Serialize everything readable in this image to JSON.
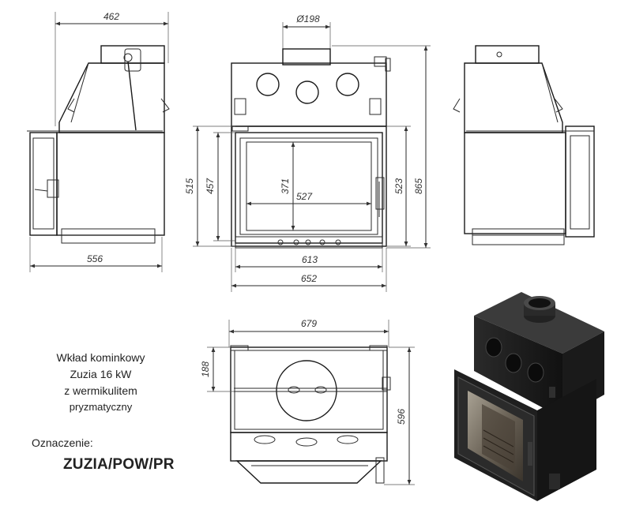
{
  "dimensions": {
    "side_width": "462",
    "side_base": "556",
    "flue_diameter": "Ø198",
    "front_height_515": "515",
    "front_height_457": "457",
    "glass_height": "371",
    "glass_width": "527",
    "door_height": "523",
    "total_height": "865",
    "front_width_613": "613",
    "front_width_652": "652",
    "top_width": "679",
    "top_offset": "188",
    "top_depth": "596"
  },
  "caption": {
    "line1": "Wkład kominkowy",
    "line2": "Zuzia 16 kW",
    "line3": "z wermikulitem",
    "line4": "pryzmatyczny"
  },
  "designation": {
    "label": "Oznaczenie:",
    "code": "ZUZIA/POW/PR"
  }
}
